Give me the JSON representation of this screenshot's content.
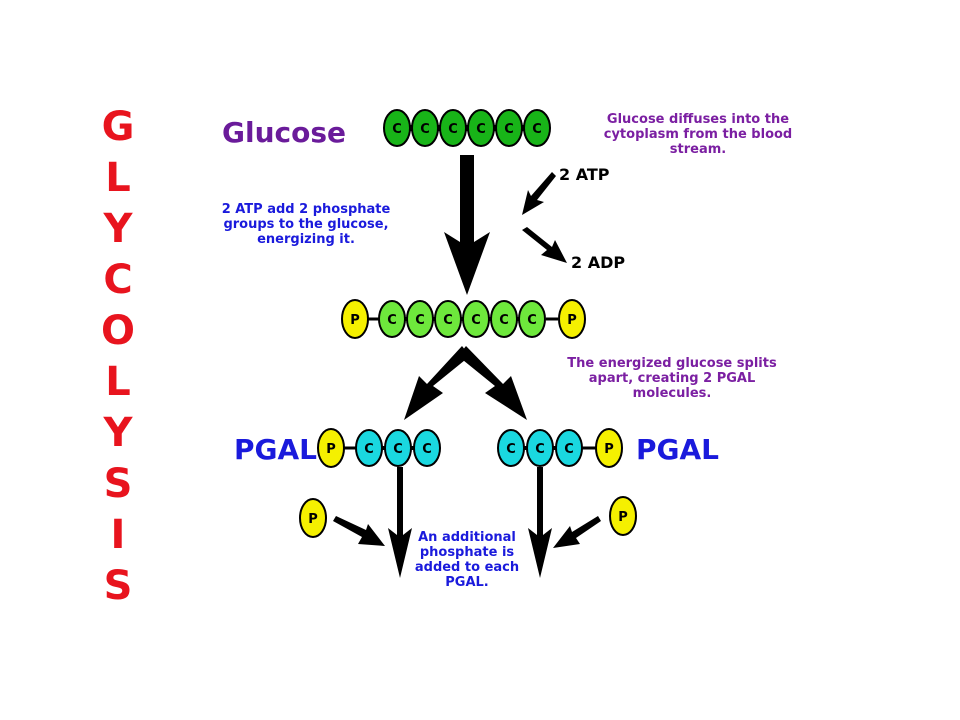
{
  "title_letters": [
    "G",
    "L",
    "Y",
    "C",
    "O",
    "L",
    "Y",
    "S",
    "I",
    "S"
  ],
  "labels": {
    "glucose": "Glucose",
    "pgal_left": "PGAL",
    "pgal_right": "PGAL",
    "atp": "2 ATP",
    "adp": "2 ADP"
  },
  "molecules": {
    "glucose_carbons": [
      "C",
      "C",
      "C",
      "C",
      "C",
      "C"
    ],
    "energized_carbons": [
      "C",
      "C",
      "C",
      "C",
      "C",
      "C"
    ],
    "pgal_left_carbons": [
      "C",
      "C",
      "C"
    ],
    "pgal_right_carbons": [
      "C",
      "C",
      "C"
    ],
    "phosphate": "P"
  },
  "notes": {
    "glucose_diffuses": [
      "Glucose diffuses into the",
      "cytoplasm from the blood",
      "stream."
    ],
    "atp_add": [
      "2 ATP add 2 phosphate",
      "groups to the glucose,",
      "energizing it."
    ],
    "splits": [
      "The energized glucose splits",
      "apart, creating 2 PGAL",
      "molecules."
    ],
    "additional": [
      "An additional",
      "phosphate is",
      "added to each",
      "PGAL."
    ]
  },
  "colors": {
    "title": "#e8141e",
    "glucose_label": "#6a1b9a",
    "blue_text": "#1a1adc",
    "purple_text": "#7b1fa2",
    "carbon_dark": "#18b418",
    "carbon_light": "#6ee83c",
    "carbon_cyan": "#1ad8e0",
    "phosphate": "#f5f000",
    "arrow": "#000000"
  }
}
